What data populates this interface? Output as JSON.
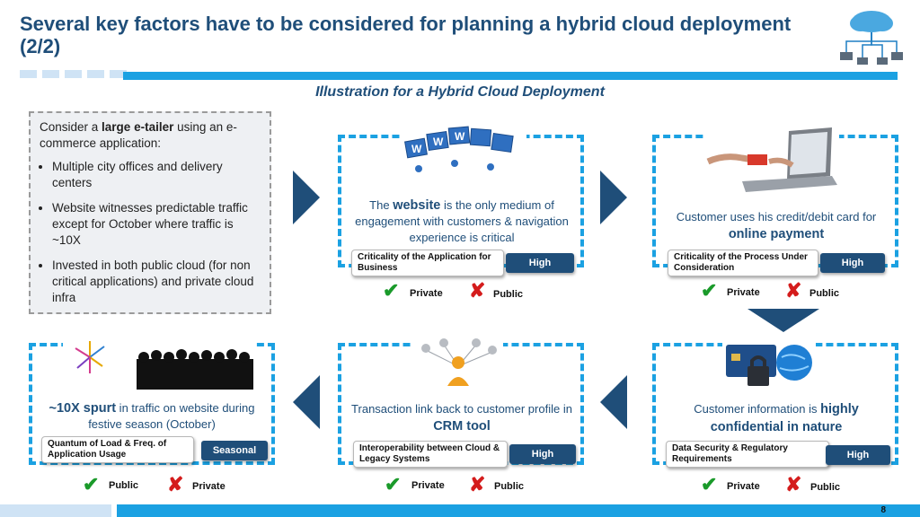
{
  "header": {
    "title": "Several key factors have to be considered for planning a hybrid cloud deployment (2/2)",
    "subtitle": "Illustration for a Hybrid Cloud Deployment"
  },
  "intro": {
    "lead_pre": "Consider a ",
    "lead_bold": "large e-tailer",
    "lead_post": " using an e-commerce application:",
    "bullets": [
      "Multiple city offices and delivery centers",
      "Website witnesses predictable traffic except for October where traffic is ~10X",
      "Invested in both public cloud (for non critical applications) and private cloud infra"
    ]
  },
  "cards": {
    "website": {
      "text_pre": "The ",
      "text_bold": "website",
      "text_post": " is the only medium of engagement with customers & navigation experience is critical",
      "criterion": "Criticality of the Application for Business",
      "level": "High",
      "opt_a": "Private",
      "opt_b": "Public"
    },
    "payment": {
      "text_pre": "Customer uses his credit/debit card for ",
      "text_bold": "online payment",
      "criterion": "Criticality of the Process Under Consideration",
      "level": "High",
      "opt_a": "Private",
      "opt_b": "Public"
    },
    "security": {
      "text_pre": "Customer information is ",
      "text_bold": "highly confidential in nature",
      "criterion": "Data Security & Regulatory Requirements",
      "level": "High",
      "opt_a": "Private",
      "opt_b": "Public"
    },
    "crm": {
      "text_pre": "Transaction link back to customer profile in ",
      "text_bold": "CRM tool",
      "criterion": "Interoperability between Cloud & Legacy Systems",
      "level": "High",
      "opt_a": "Private",
      "opt_b": "Public"
    },
    "spurt": {
      "text_bold": "~10X spurt",
      "text_post": " in traffic on website during festive season (October)",
      "criterion": "Quantum of Load & Freq. of Application Usage",
      "level": "Seasonal",
      "opt_a": "Public",
      "opt_b": "Private"
    }
  },
  "footer": {
    "page": "8"
  },
  "colors": {
    "accent": "#1ba1e2",
    "navy": "#1f4e79",
    "check": "#1a9a2a",
    "cross": "#d41c1c"
  }
}
